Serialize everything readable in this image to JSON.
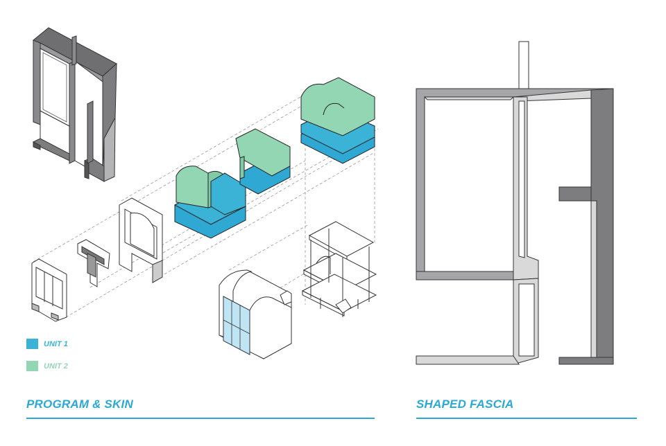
{
  "legend": [
    {
      "label": "UNIT 1",
      "color": "#3bb3d6"
    },
    {
      "label": "UNIT 2",
      "color": "#93d6b4"
    }
  ],
  "sections": {
    "left_title": "PROGRAM & SKIN",
    "right_title": "SHAPED FASCIA"
  },
  "colors": {
    "accent": "#2aa8d8",
    "unit1": "#3bb3d6",
    "unit2": "#93d6b4",
    "frame_dark": "#7d7d80",
    "frame_mid": "#a6a6a8",
    "frame_light": "#d9d9da"
  }
}
